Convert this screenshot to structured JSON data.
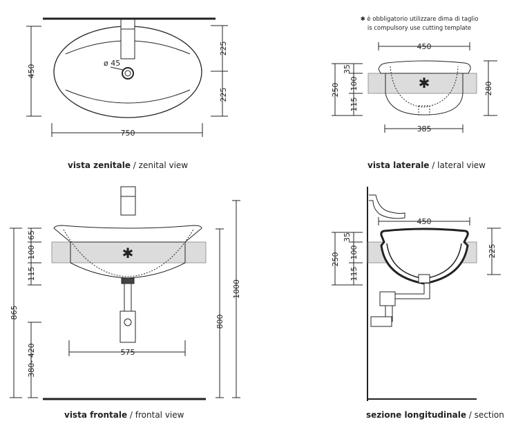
{
  "note": {
    "symbol": "✱",
    "line1": "è obbligatorio utilizzare dima di taglio",
    "line2": "is compulsory use cutting template"
  },
  "views": {
    "zenital": {
      "caption_it": "vista zenitale",
      "caption_en": "zenital view",
      "dims": {
        "height": "450",
        "upper": "225",
        "lower": "225",
        "width": "750",
        "drain": "ø 45"
      }
    },
    "lateral": {
      "caption_it": "vista laterale",
      "caption_en": "lateral view",
      "dims": {
        "top_width": "450",
        "total": "250",
        "d1": "35",
        "d2": "100",
        "d3": "115",
        "right": "280",
        "bottom_width": "385"
      }
    },
    "frontal": {
      "caption_it": "vista frontale",
      "caption_en": "frontal view",
      "dims": {
        "total": "865",
        "d1": "65",
        "d2": "100",
        "d3": "115",
        "floor": "380- 420",
        "width": "575",
        "h800": "800",
        "h1000": "1000"
      }
    },
    "section": {
      "caption_it": "sezione longitudinale",
      "caption_en": "section",
      "dims": {
        "top_width": "450",
        "total": "250",
        "d1": "35",
        "d2": "100",
        "d3": "115",
        "right": "225"
      }
    }
  },
  "colors": {
    "line": "#222222",
    "counter": "#dcdcdc"
  }
}
